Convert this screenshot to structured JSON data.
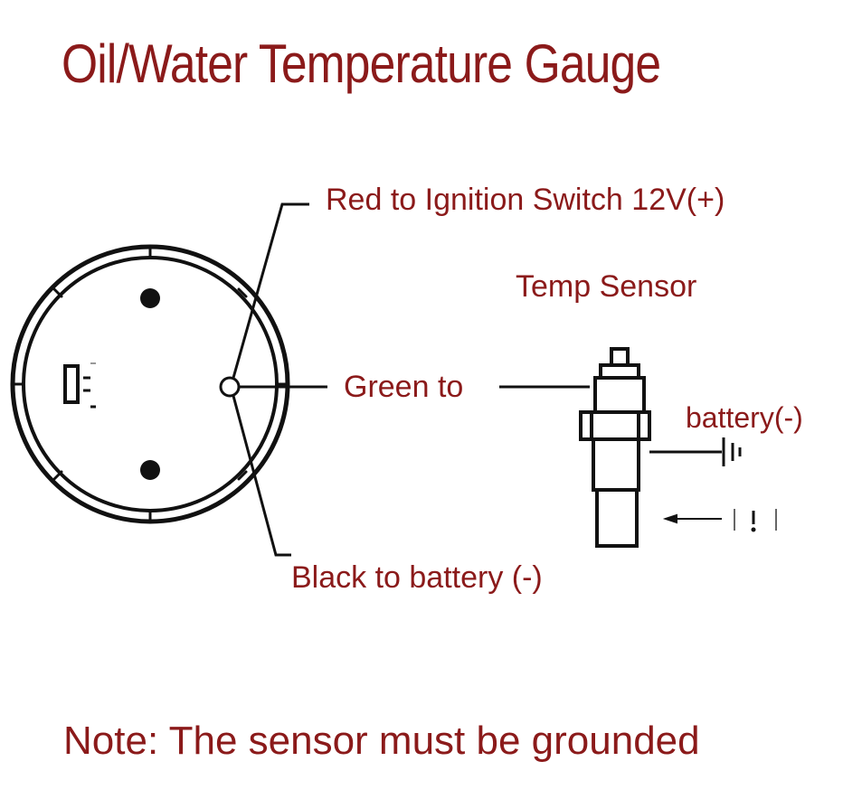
{
  "title": "Oil/Water Temperature Gauge",
  "labels": {
    "red_wire": "Red to Ignition Switch 12V(+)",
    "sensor": "Temp Sensor",
    "green_wire": "Green to",
    "battery_negative": "battery(-)",
    "black_wire": "Black to battery (-)"
  },
  "note": "Note: The sensor must be grounded",
  "colors": {
    "text": "#8b1a1a",
    "lines": "#111111",
    "background": "#ffffff"
  }
}
